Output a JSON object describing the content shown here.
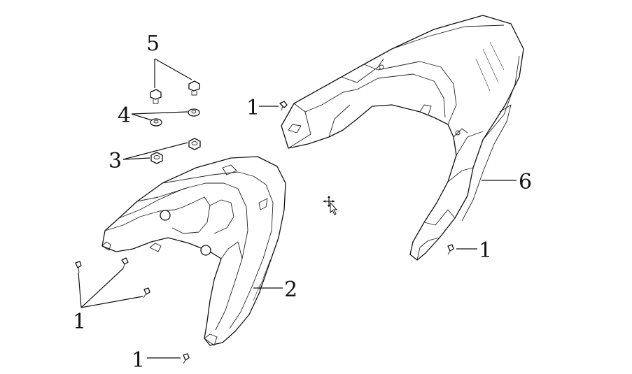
{
  "callouts": {
    "c1_left": "1",
    "c1_bottom": "1",
    "c1_top": "1",
    "c1_right": "1",
    "c2": "2",
    "c3": "3",
    "c4": "4",
    "c5": "5",
    "c6": "6"
  },
  "cursor": "move-cursor-icon"
}
